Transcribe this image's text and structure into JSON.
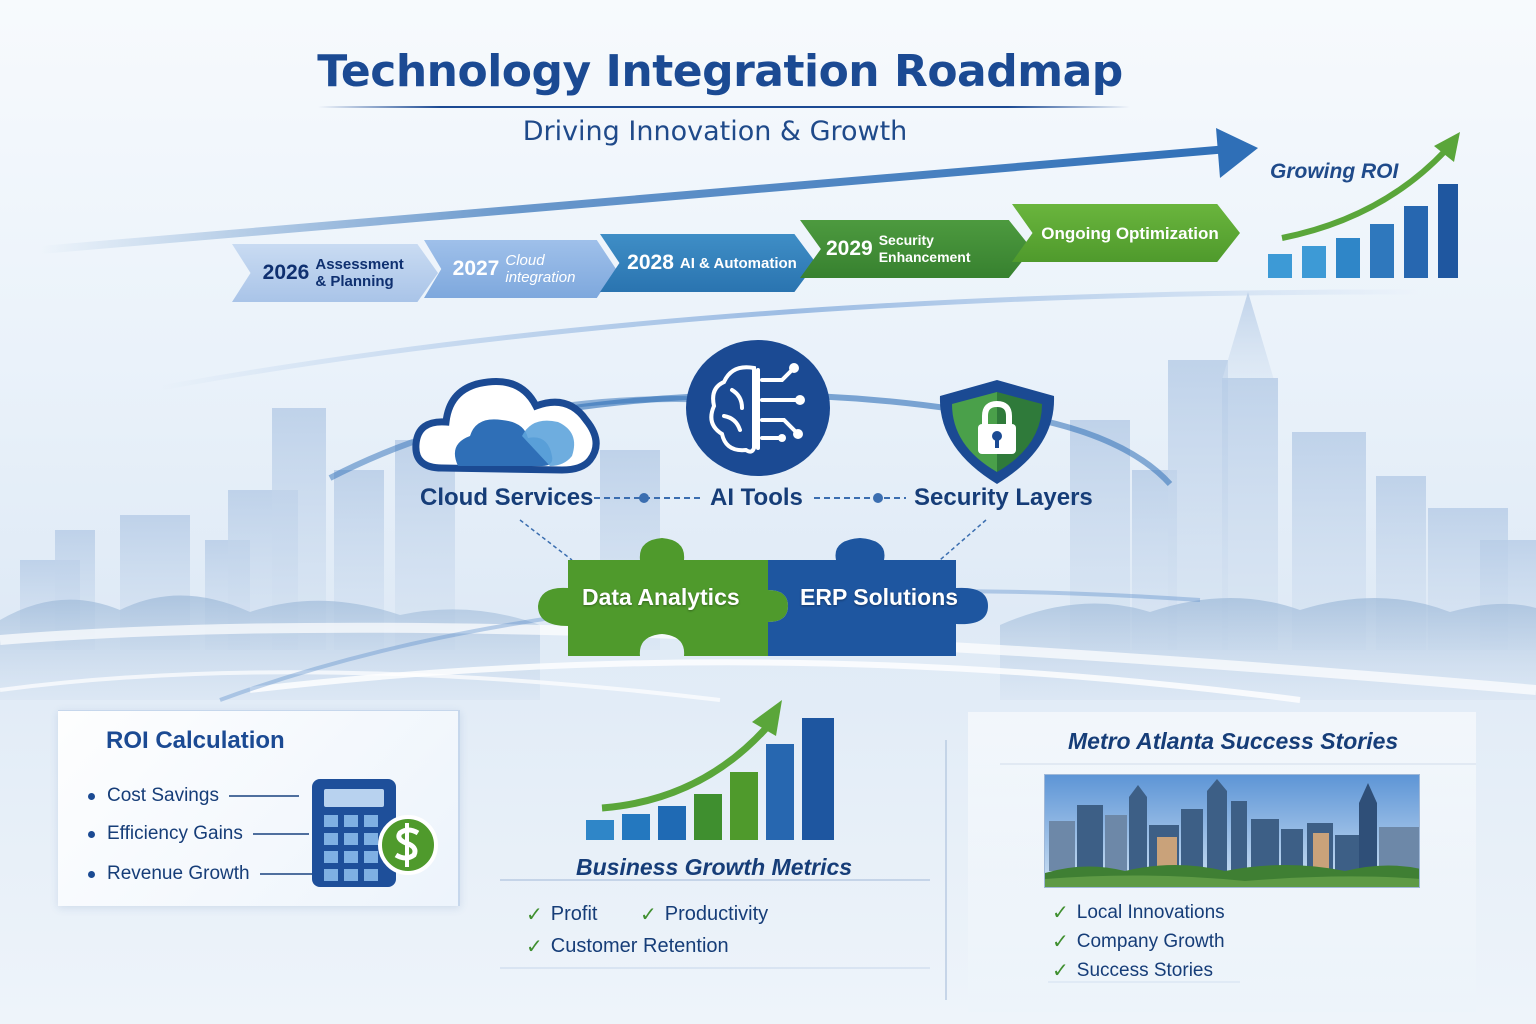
{
  "header": {
    "title": "Technology Integration Roadmap",
    "subtitle": "Driving Innovation & Growth"
  },
  "timeline": [
    {
      "year": "2026",
      "label": "Assessment & Planning"
    },
    {
      "year": "2027",
      "label": "Cloud integration"
    },
    {
      "year": "2028",
      "label": "AI & Automation"
    },
    {
      "year": "2029",
      "label": "Security Enhancement"
    },
    {
      "year": "",
      "label": "Ongoing Optimization"
    }
  ],
  "roi_chart": {
    "title": "Growing ROI",
    "icon": "bar-chart-up-arrow-icon"
  },
  "hub": {
    "cloud": "Cloud Services",
    "ai": "AI Tools",
    "security": "Security Layers",
    "icons": [
      "cloud-icon",
      "brain-circuit-icon",
      "shield-lock-icon"
    ]
  },
  "puzzle": {
    "left": "Data Analytics",
    "right": "ERP Solutions"
  },
  "roi_panel": {
    "title": "ROI Calculation",
    "items": [
      "Cost Savings",
      "Efficiency Gains",
      "Revenue Growth"
    ],
    "icon": "calculator-dollar-icon"
  },
  "metrics": {
    "title": "Business Growth Metrics",
    "items": [
      "Profit",
      "Productivity",
      "Customer Retention"
    ]
  },
  "stories": {
    "title": "Metro Atlanta Success Stories",
    "items": [
      "Local Innovations",
      "Company Growth",
      "Success Stories"
    ]
  },
  "colors": {
    "navy": "#1b4a93",
    "blue": "#2a74b0",
    "green": "#4f9a2c",
    "light_blue": "#a9c4e8"
  }
}
